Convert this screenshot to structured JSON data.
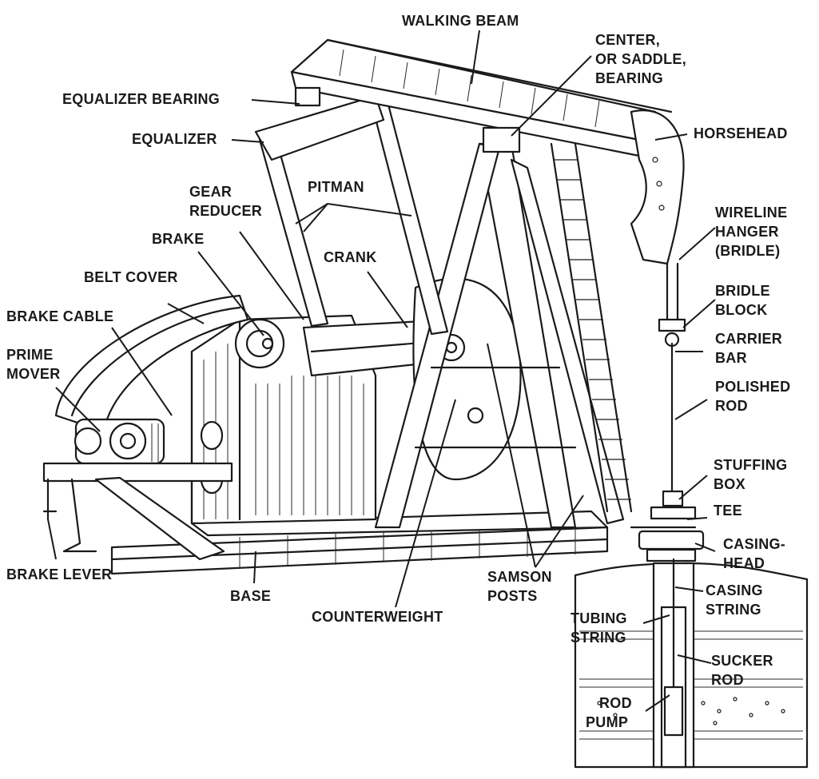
{
  "labels": {
    "walking_beam": "WALKING BEAM",
    "center_bearing_1": "CENTER,",
    "center_bearing_2": "OR SADDLE,",
    "center_bearing_3": "BEARING",
    "equalizer_bearing": "EQUALIZER BEARING",
    "equalizer": "EQUALIZER",
    "horsehead": "HORSEHEAD",
    "gear_reducer_1": "GEAR",
    "gear_reducer_2": "REDUCER",
    "pitman": "PITMAN",
    "brake": "BRAKE",
    "crank": "CRANK",
    "belt_cover": "BELT COVER",
    "brake_cable": "BRAKE CABLE",
    "prime_mover_1": "PRIME",
    "prime_mover_2": "MOVER",
    "wireline_hanger_1": "WIRELINE",
    "wireline_hanger_2": "HANGER",
    "wireline_hanger_3": "(BRIDLE)",
    "bridle_block_1": "BRIDLE",
    "bridle_block_2": "BLOCK",
    "carrier_bar_1": "CARRIER",
    "carrier_bar_2": "BAR",
    "polished_rod_1": "POLISHED",
    "polished_rod_2": "ROD",
    "stuffing_box_1": "STUFFING",
    "stuffing_box_2": "BOX",
    "tee": "TEE",
    "casing_head_1": "CASING-",
    "casing_head_2": "HEAD",
    "brake_lever": "BRAKE LEVER",
    "base": "BASE",
    "counterweight": "COUNTERWEIGHT",
    "samson_posts_1": "SAMSON",
    "samson_posts_2": "POSTS",
    "casing_string_1": "CASING",
    "casing_string_2": "STRING",
    "tubing_string_1": "TUBING",
    "tubing_string_2": "STRING",
    "sucker_rod_1": "SUCKER",
    "sucker_rod_2": "ROD",
    "rod_pump_1": "ROD",
    "rod_pump_2": "PUMP"
  }
}
